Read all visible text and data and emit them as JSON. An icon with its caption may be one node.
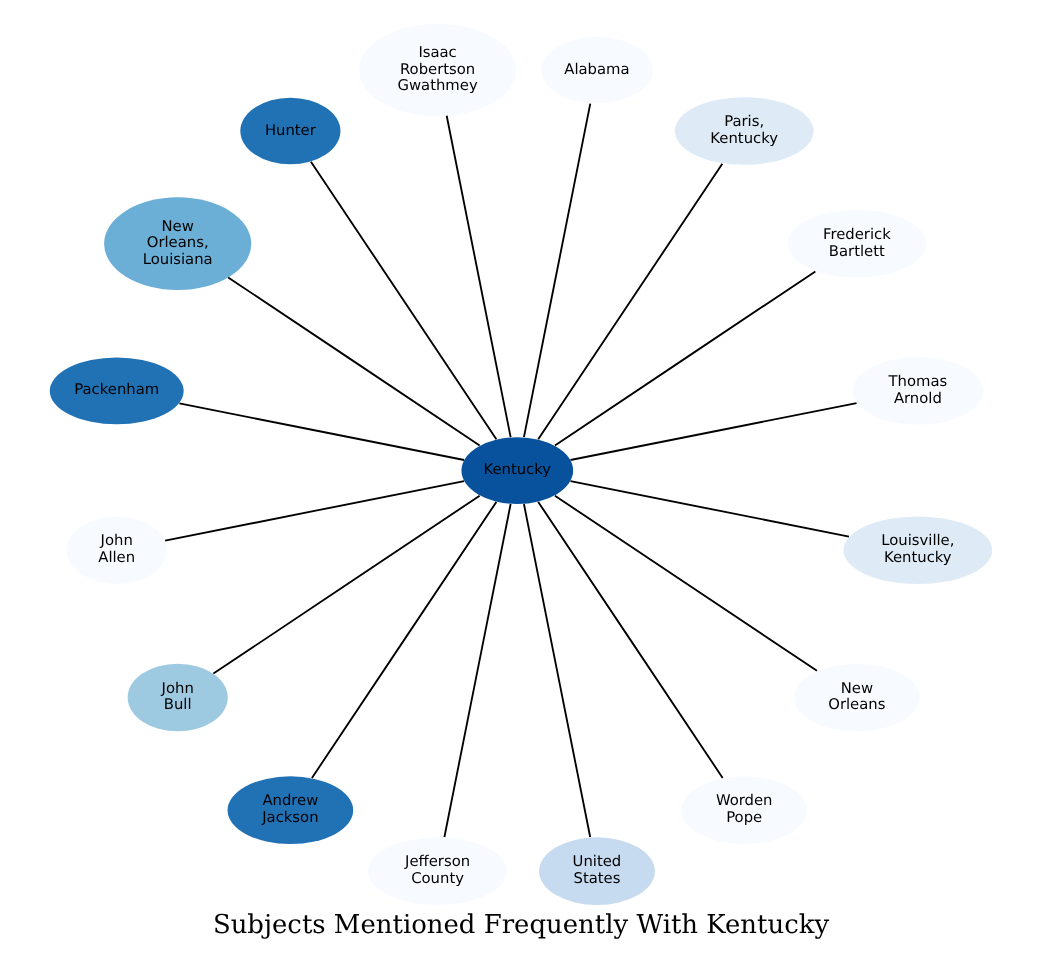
{
  "diagram": {
    "title": "Subjects Mentioned Frequently With Kentucky",
    "nodes": [
      {
        "text": [
          "Kentucky"
        ]
      },
      {
        "text": [
          "Thomas Arnold"
        ]
      },
      {
        "text": [
          "Frederick Bartlett"
        ]
      },
      {
        "text": [
          "Paris, Kentucky"
        ]
      },
      {
        "text": [
          "Alabama"
        ]
      },
      {
        "text": [
          "Isaac Robertson Gwathmey"
        ]
      },
      {
        "text": [
          "Hunter"
        ]
      },
      {
        "text": [
          "New Orleans, Louisiana"
        ]
      },
      {
        "text": [
          "Packenham"
        ]
      },
      {
        "text": [
          "John Allen"
        ]
      },
      {
        "text": [
          "John Bull"
        ]
      },
      {
        "text": [
          "Andrew Jackson"
        ]
      },
      {
        "text": [
          "Jefferson County"
        ]
      },
      {
        "text": [
          "United States"
        ]
      },
      {
        "text": [
          "Worden Pope"
        ]
      },
      {
        "text": [
          "New Orleans"
        ]
      },
      {
        "text": [
          "Louisville, Kentucky"
        ]
      }
    ],
    "edges": [
      {
        "from": 0,
        "to": 1,
        "arrow": "none"
      },
      {
        "from": 0,
        "to": 2,
        "arrow": "none"
      },
      {
        "from": 0,
        "to": 3,
        "arrow": "none"
      },
      {
        "from": 0,
        "to": 4,
        "arrow": "none"
      },
      {
        "from": 0,
        "to": 5,
        "arrow": "none"
      },
      {
        "from": 0,
        "to": 6,
        "arrow": "none"
      },
      {
        "from": 0,
        "to": 7,
        "arrow": "none"
      },
      {
        "from": 0,
        "to": 8,
        "arrow": "none"
      },
      {
        "from": 0,
        "to": 9,
        "arrow": "none"
      },
      {
        "from": 0,
        "to": 10,
        "arrow": "none"
      },
      {
        "from": 0,
        "to": 11,
        "arrow": "none"
      },
      {
        "from": 0,
        "to": 12,
        "arrow": "none"
      },
      {
        "from": 0,
        "to": 13,
        "arrow": "none"
      },
      {
        "from": 0,
        "to": 14,
        "arrow": "none"
      },
      {
        "from": 0,
        "to": 15,
        "arrow": "none"
      },
      {
        "from": 0,
        "to": 16,
        "arrow": "none"
      }
    ]
  }
}
